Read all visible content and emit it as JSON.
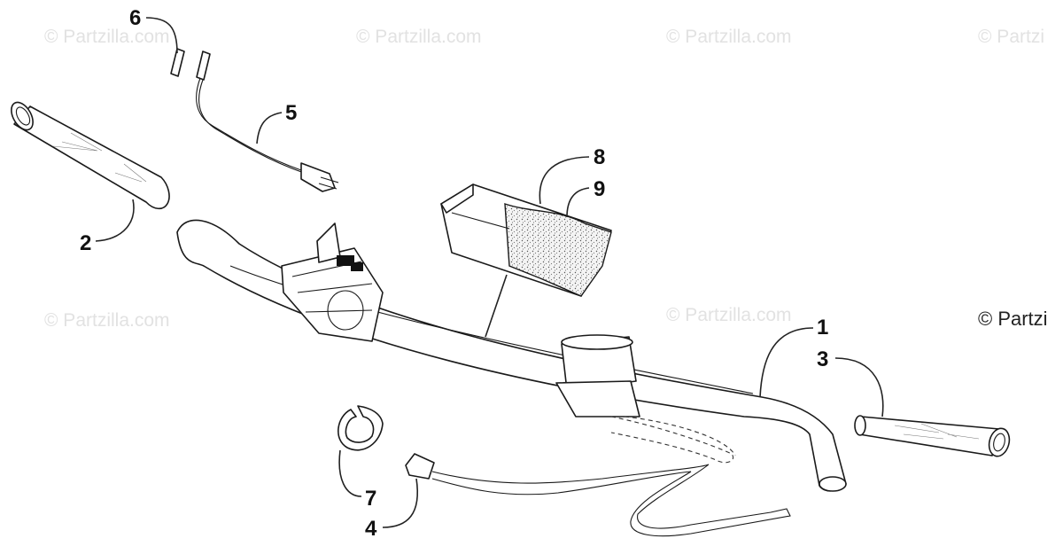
{
  "watermarks": [
    "© Partzilla.com",
    "© Partzilla.com",
    "© Partzilla.com",
    "© Partzi",
    "© Partzilla.com",
    "© Partzilla.com"
  ],
  "watermark_right_edge": "© Partzi",
  "callouts": {
    "c1": "1",
    "c2": "2",
    "c3": "3",
    "c4": "4",
    "c5": "5",
    "c6": "6",
    "c7": "7",
    "c8": "8",
    "c9": "9"
  },
  "colors": {
    "line": "#1a1a1a",
    "watermark": "#e2e2e2",
    "background": "#ffffff"
  }
}
